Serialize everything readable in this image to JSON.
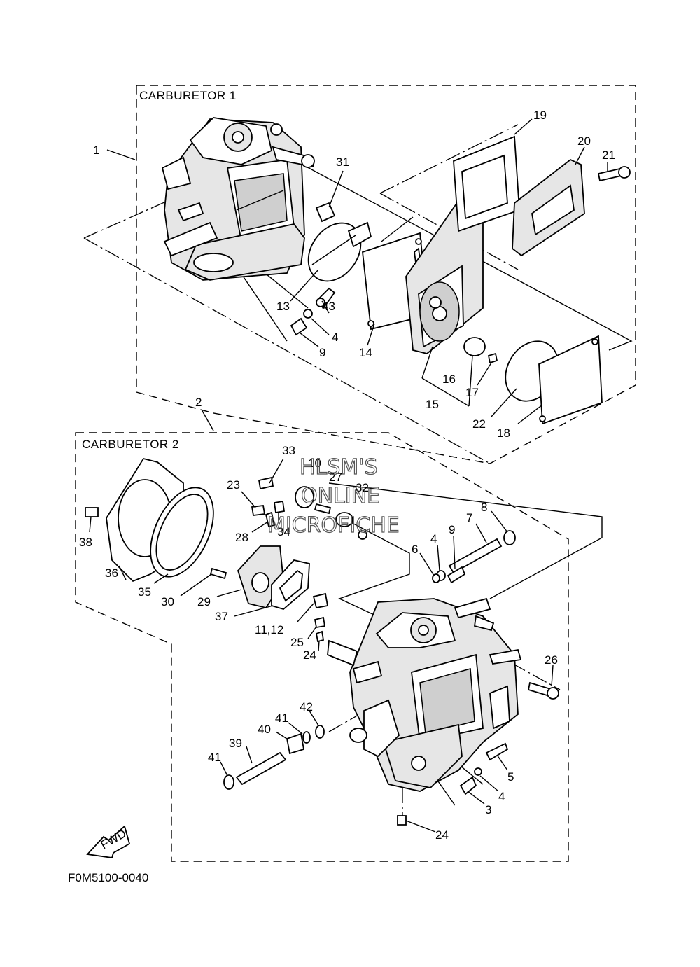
{
  "sections": {
    "carb1_title": "CARBURETOR 1",
    "carb2_title": "CARBURETOR 2"
  },
  "drawing_code": "F0M5100-0040",
  "fwd_label": "FWD",
  "watermark": [
    "HLSM'S",
    "ONLINE",
    "MICROFICHE"
  ],
  "callouts": [
    "1",
    "31",
    "19",
    "20",
    "21",
    "13",
    "43",
    "4",
    "9",
    "14",
    "16",
    "17",
    "15",
    "22",
    "18",
    "2",
    "33",
    "10",
    "27",
    "32",
    "23",
    "34",
    "28",
    "38",
    "36",
    "35",
    "30",
    "29",
    "37",
    "11,12",
    "25",
    "24",
    "8",
    "7",
    "9",
    "4",
    "6",
    "26",
    "42",
    "41",
    "40",
    "39",
    "41",
    "5",
    "4",
    "3",
    "24"
  ]
}
